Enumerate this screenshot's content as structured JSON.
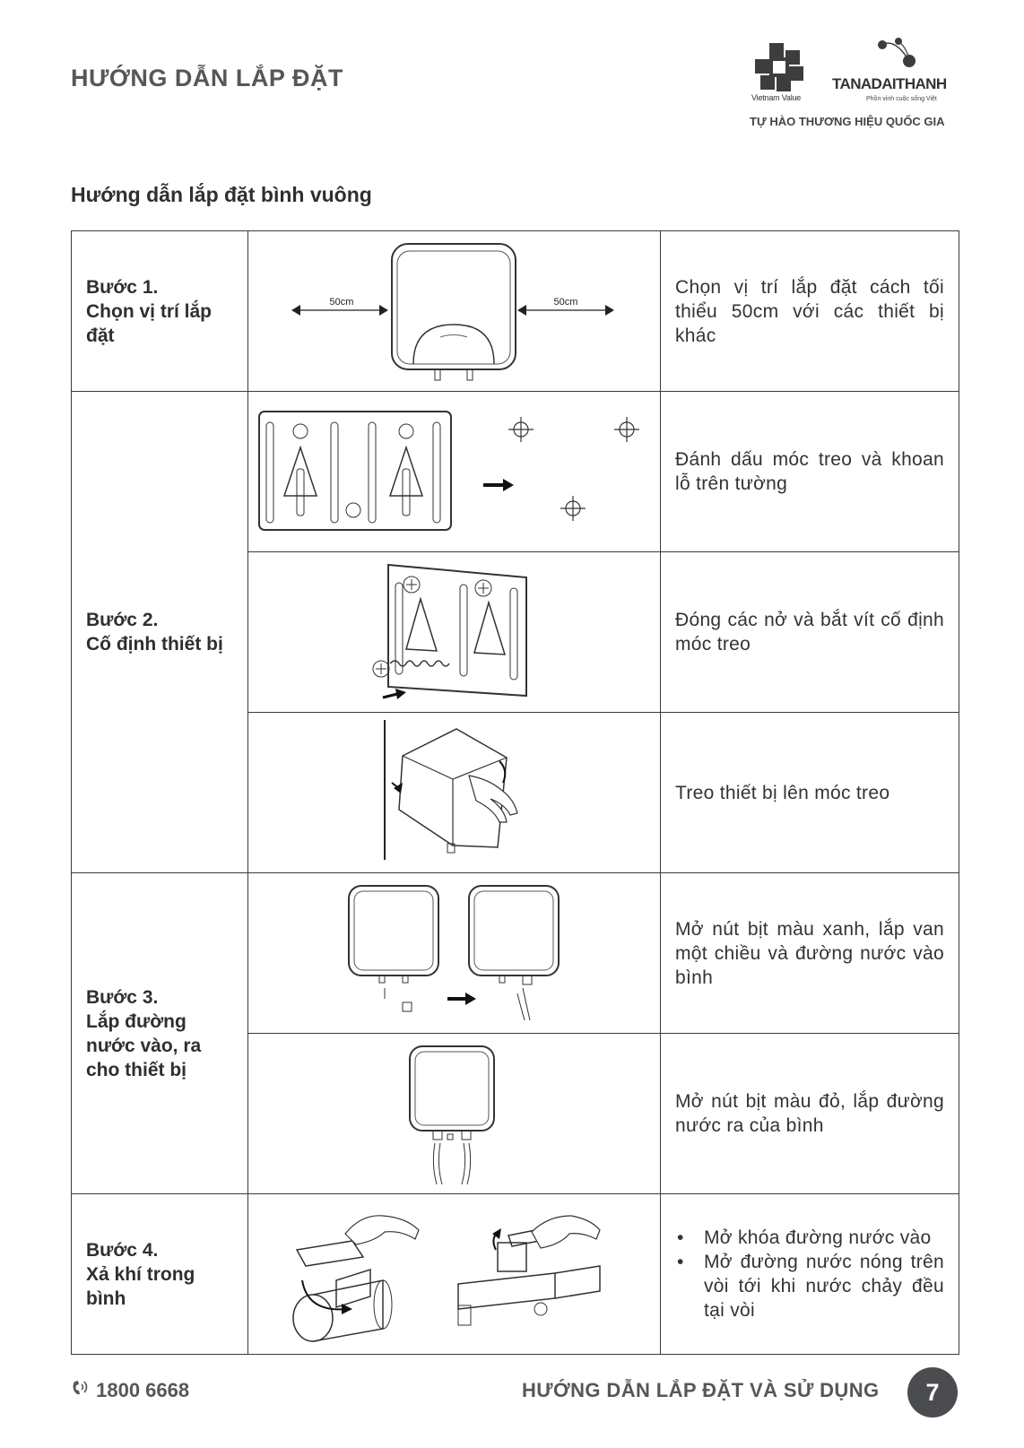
{
  "header": {
    "title": "HƯỚNG DẪN LẮP ĐẶT",
    "brand": {
      "vietnam_value": "Vietnam Value",
      "company": "TANADAITHANH",
      "slogan": "Phồn vinh cuộc sống Việt",
      "tagline": "TỰ HÀO THƯƠNG HIỆU QUỐC GIA"
    }
  },
  "section_title": "Hướng dẫn lắp đặt bình vuông",
  "steps": [
    {
      "label_line1": "Bước 1.",
      "label_line2": "Chọn vị trí lắp đặt",
      "rows": [
        {
          "description": "Chọn vị trí lắp đặt cách tối thiểu 50cm với các thiết bị khác",
          "dim_left": "50cm",
          "dim_right": "50cm"
        }
      ]
    },
    {
      "label_line1": "Bước 2.",
      "label_line2": "Cố định thiết bị",
      "rows": [
        {
          "description": "Đánh dấu móc treo và khoan lỗ trên tường"
        },
        {
          "description": "Đóng các nở và bắt vít cố định móc treo"
        },
        {
          "description": "Treo thiết bị lên móc treo"
        }
      ]
    },
    {
      "label_line1": "Bước 3.",
      "label_line2": "Lắp đường nước vào, ra cho thiết bị",
      "rows": [
        {
          "description": "Mở nút bịt màu xanh, lắp van một chiều và đường nước vào bình"
        },
        {
          "description": "Mở nút bịt màu đỏ, lắp đường nước ra của bình"
        }
      ]
    },
    {
      "label_line1": "Bước 4.",
      "label_line2": "Xả khí trong bình",
      "rows": [
        {
          "bullets": [
            "Mở khóa đường nước vào",
            "Mở đường nước nóng trên vòi tới khi nước chảy đều tại vòi"
          ]
        }
      ]
    }
  ],
  "footer": {
    "phone": "1800 6668",
    "guide": "HƯỚNG DẪN LẮP ĐẶT VÀ SỬ DỤNG",
    "page_number": "7"
  },
  "icons": [
    "vietnam-value-logo-icon",
    "tan-a-dai-thanh-logo-icon",
    "phone-icon",
    "arrow-right-icon"
  ],
  "colors": {
    "text_gray": "#55575a",
    "border": "#3a3a3a",
    "page_badge": "#4b4c4f"
  }
}
